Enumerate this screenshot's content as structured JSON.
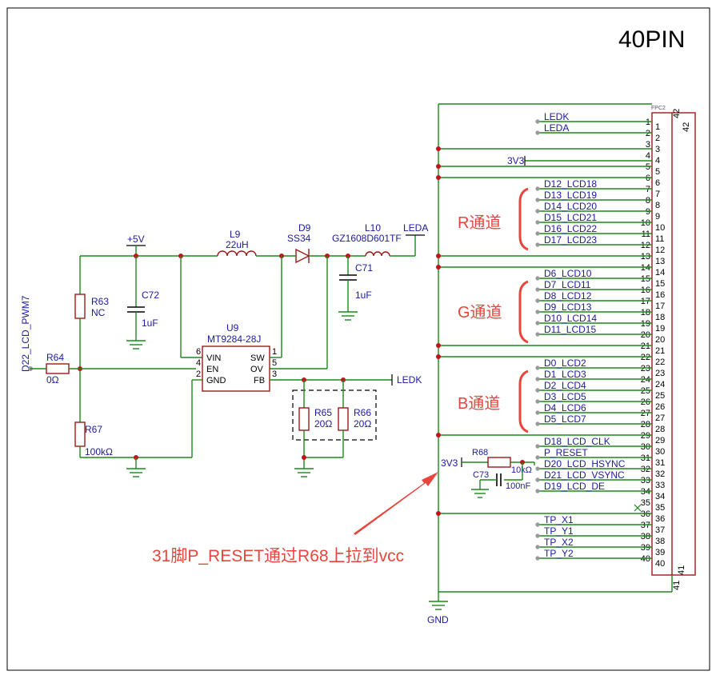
{
  "title": "40PIN",
  "connector": {
    "ref": "FPC2",
    "top_pin_left": "1",
    "top_pin_right": "42",
    "bottom_pin_right": "41",
    "bottom_pin_left": "41",
    "nets": [
      "LEDK",
      "LEDA",
      "",
      "3V3",
      "",
      "",
      "D12_LCD18",
      "D13_LCD19",
      "D14_LCD20",
      "D15_LCD21",
      "D16_LCD22",
      "D17_LCD23",
      "",
      "",
      "D6_LCD10",
      "D7_LCD11",
      "D8_LCD12",
      "D9_LCD13",
      "D10_LCD14",
      "D11_LCD15",
      "",
      "",
      "D0_LCD2",
      "D1_LCD3",
      "D2_LCD4",
      "D3_LCD5",
      "D4_LCD6",
      "D5_LCD7",
      "",
      "D18_LCD_CLK",
      "P_RESET",
      "D20_LCD_HSYNC",
      "D21_LCD_VSYNC",
      "D19_LCD_DE",
      "",
      "",
      "TP_X1",
      "TP_Y1",
      "TP_X2",
      "TP_Y2"
    ]
  },
  "groups": {
    "r": "R通道",
    "g": "G通道",
    "b": "B通道"
  },
  "annotation": "31脚P_RESET通过R68上拉到vcc",
  "components": {
    "plus5v": "+5V",
    "l9_ref": "L9",
    "l9_val": "22uH",
    "d9_ref": "D9",
    "d9_val": "SS34",
    "l10_ref": "L10",
    "l10_val": "GZ1608D601TF",
    "leda": "LEDA",
    "c71_ref": "C71",
    "c71_val": "1uF",
    "c72_ref": "C72",
    "c72_val": "1uF",
    "r63_ref": "R63",
    "r63_val": "NC",
    "r64_ref": "R64",
    "r64_val": "0Ω",
    "r67_ref": "R67",
    "r67_val": "100kΩ",
    "pwm_net": "D22_LCD_PWM7",
    "u9_ref": "U9",
    "u9_val": "MT9284-28J",
    "u9_pins": {
      "vin": "VIN",
      "en": "EN",
      "gnd": "GND",
      "sw": "SW",
      "ov": "OV",
      "fb": "FB",
      "p6": "6",
      "p4": "4",
      "p2": "2",
      "p1": "1",
      "p5": "5",
      "p3": "3"
    },
    "ledk": "LEDK",
    "r65_ref": "R65",
    "r65_val": "20Ω",
    "r66_ref": "R66",
    "r66_val": "20Ω",
    "r68_ref": "R68",
    "r68_val": "10kΩ",
    "c73_ref": "C73",
    "c73_val": "100nF",
    "v3v3_a": "3V3",
    "v3v3_b": "3V3",
    "gnd": "GND"
  },
  "colors": {
    "wire": "#1a8a1a",
    "junction": "#c0121c",
    "label": "#1a1a9c",
    "annotation": "#e8453c"
  }
}
